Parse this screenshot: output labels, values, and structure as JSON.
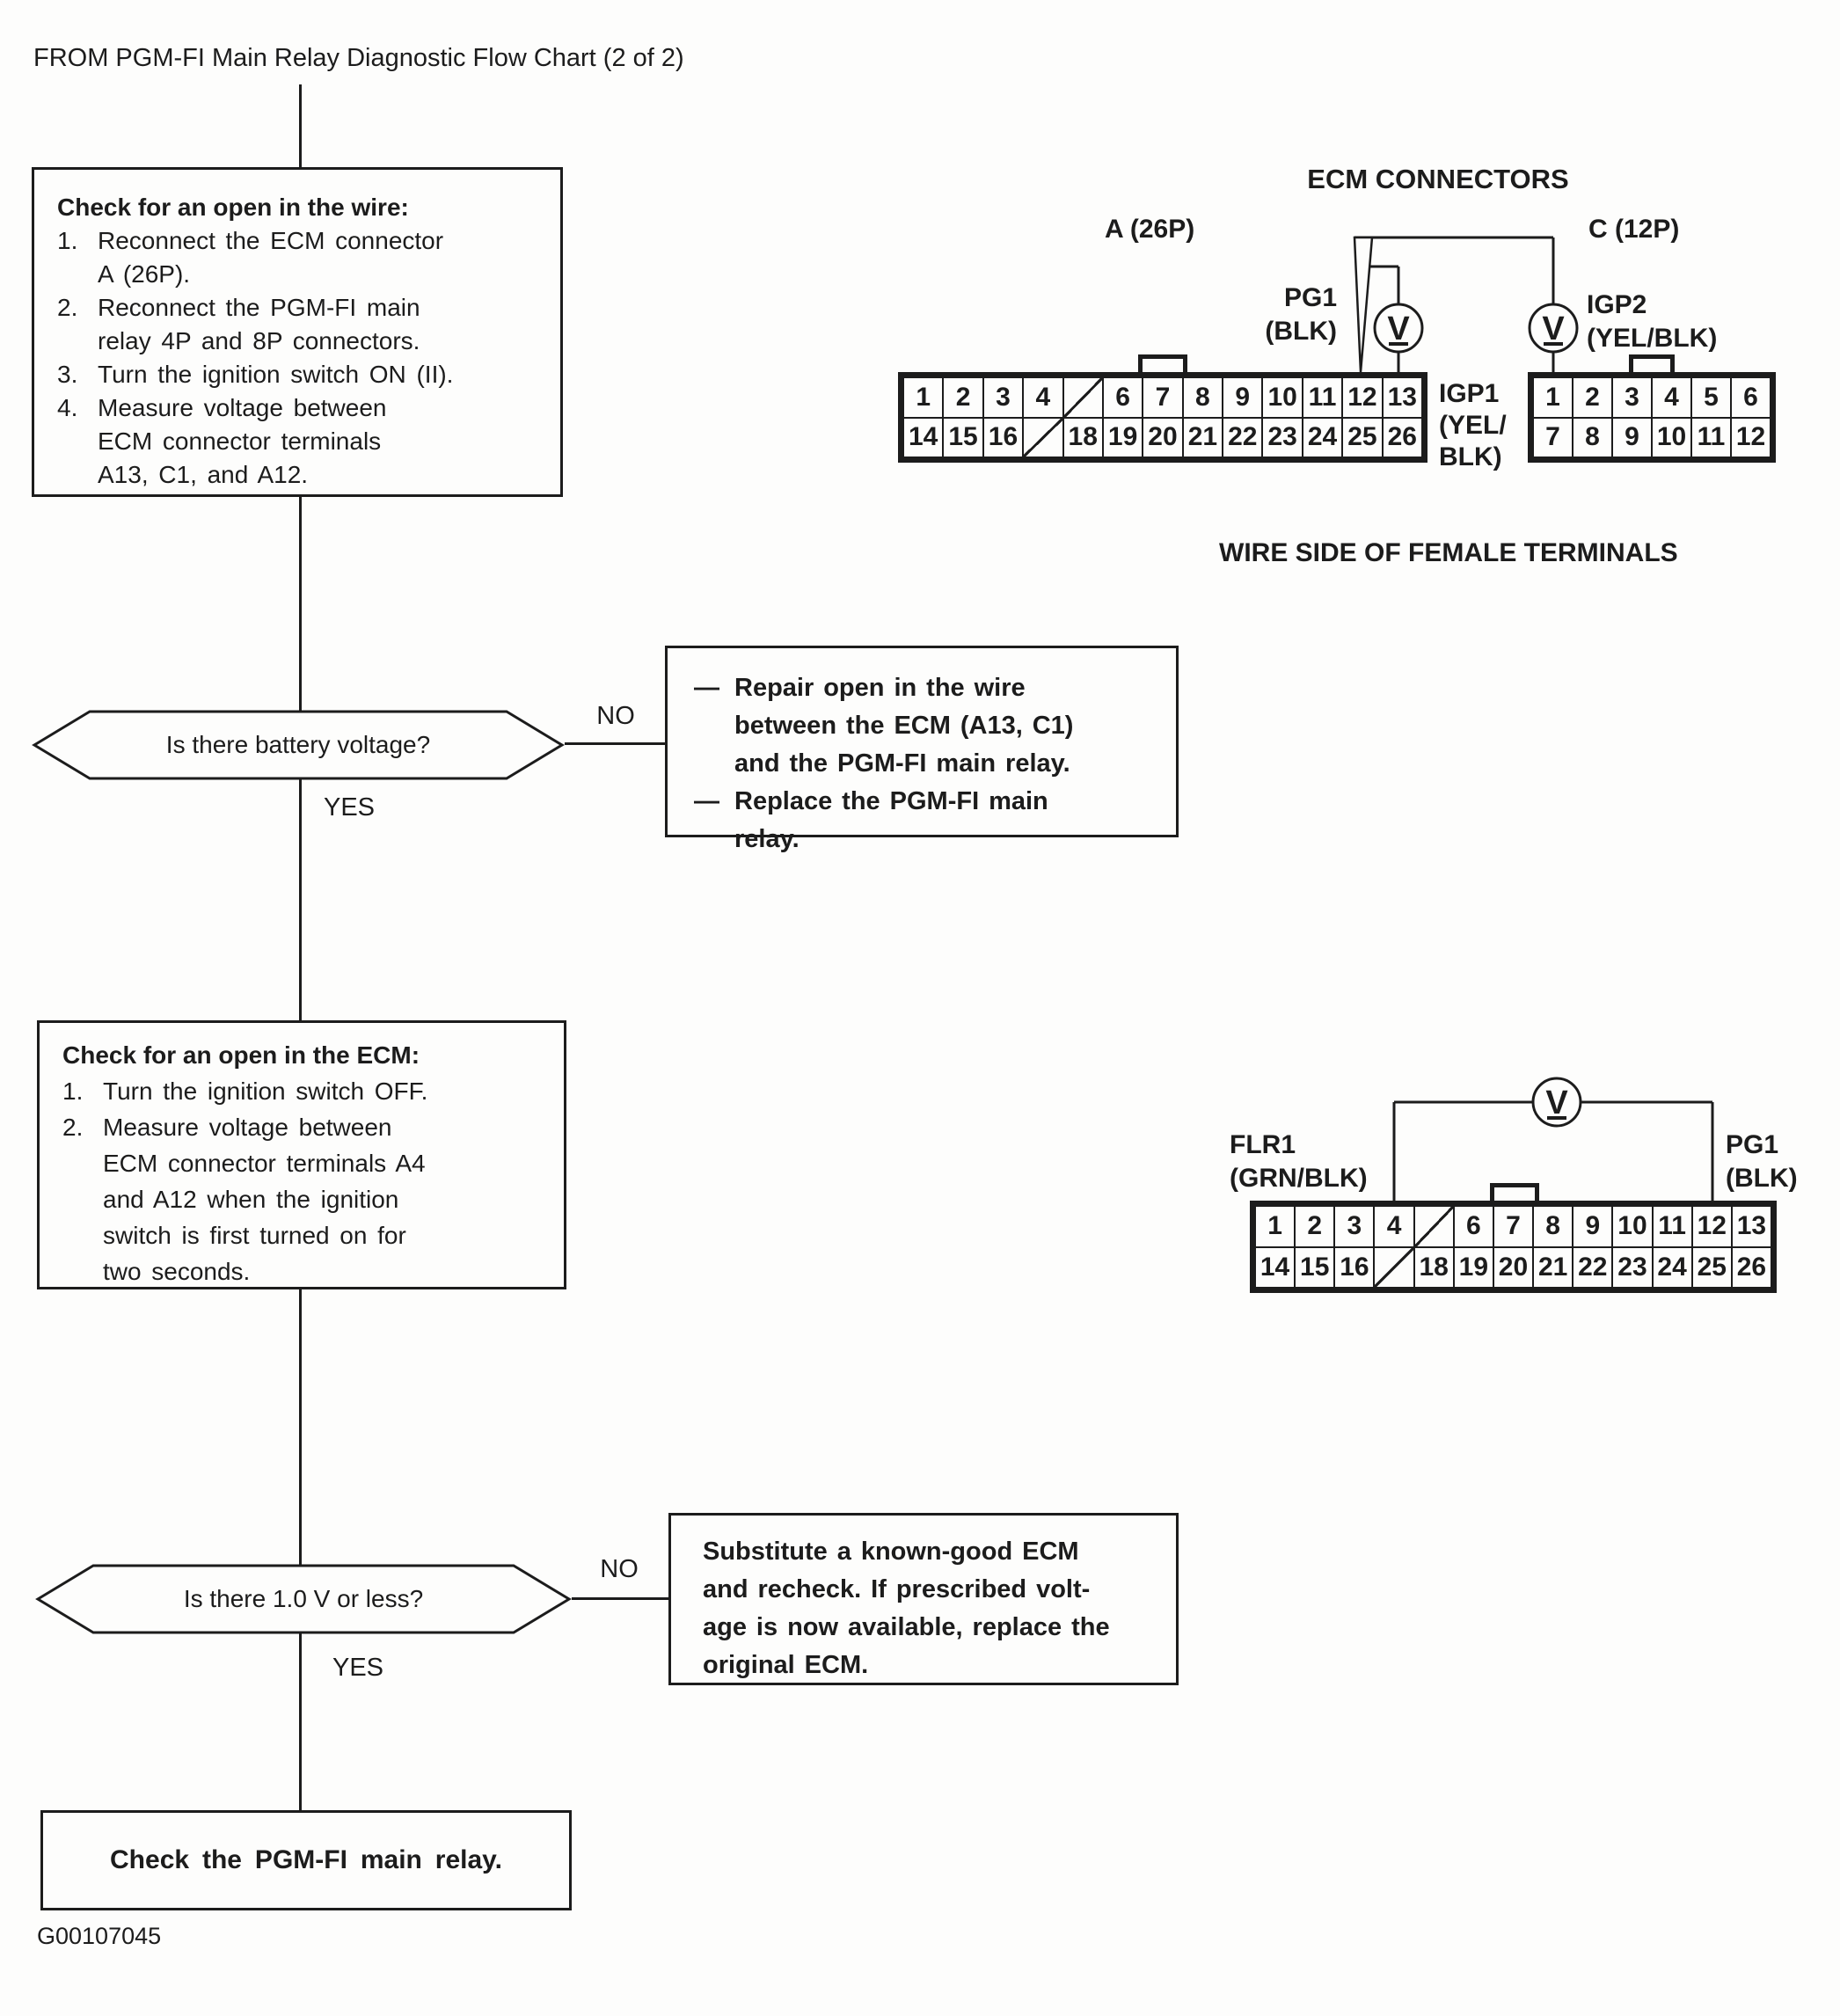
{
  "colors": {
    "ink": "#1c1c1c",
    "paper": "#fdfdfc"
  },
  "header": {
    "source_label": "FROM PGM-FI Main Relay Diagnostic Flow Chart (2 of 2)"
  },
  "footer": {
    "figure_code": "G00107045"
  },
  "flowchart": {
    "box1": {
      "heading": "Check for an open in the wire:",
      "steps": [
        {
          "num": "1.",
          "lines": [
            "Reconnect the ECM connector",
            "A (26P)."
          ]
        },
        {
          "num": "2.",
          "lines": [
            "Reconnect the PGM-FI main",
            "relay 4P and 8P connectors."
          ]
        },
        {
          "num": "3.",
          "lines": [
            "Turn the ignition switch ON (II)."
          ]
        },
        {
          "num": "4.",
          "lines": [
            "Measure voltage between",
            "ECM connector terminals",
            "A13, C1, and A12."
          ]
        }
      ]
    },
    "decision1": {
      "question": "Is there battery voltage?",
      "no_label": "NO",
      "yes_label": "YES"
    },
    "result_box1": {
      "items": [
        {
          "dash": "—",
          "lines": [
            "Repair open in the wire",
            "between the ECM (A13, C1)",
            "and the PGM-FI main relay."
          ]
        },
        {
          "dash": "—",
          "lines": [
            "Replace the PGM-FI main",
            "relay."
          ]
        }
      ]
    },
    "box2": {
      "heading": "Check for an open in the ECM:",
      "steps": [
        {
          "num": "1.",
          "lines": [
            "Turn the ignition switch OFF."
          ]
        },
        {
          "num": "2.",
          "lines": [
            "Measure voltage between",
            "ECM connector terminals A4",
            "and A12 when the ignition",
            "switch is first turned on for",
            "two seconds."
          ]
        }
      ]
    },
    "decision2": {
      "question": "Is there 1.0 V or less?",
      "no_label": "NO",
      "yes_label": "YES"
    },
    "result_box2": {
      "lines": [
        "Substitute a known-good ECM",
        "and recheck. If prescribed volt-",
        "age is now available, replace the",
        "original ECM."
      ]
    },
    "final_box": {
      "text": "Check the PGM-FI main relay."
    }
  },
  "ecm_diagram": {
    "title": "ECM CONNECTORS",
    "connector_a": {
      "label": "A (26P)",
      "row1": [
        "1",
        "2",
        "3",
        "4",
        "/",
        "6",
        "7",
        "8",
        "9",
        "10",
        "11",
        "12",
        "13"
      ],
      "row2": [
        "14",
        "15",
        "16",
        "/",
        "18",
        "19",
        "20",
        "21",
        "22",
        "23",
        "24",
        "25",
        "26"
      ]
    },
    "connector_c": {
      "label": "C (12P)",
      "row1": [
        "1",
        "2",
        "3",
        "4",
        "5",
        "6"
      ],
      "row2": [
        "7",
        "8",
        "9",
        "10",
        "11",
        "12"
      ]
    },
    "meter_symbol": "V",
    "labels": {
      "pg1": [
        "PG1",
        "(BLK)"
      ],
      "igp1": [
        "IGP1",
        "(YEL/",
        "BLK)"
      ],
      "igp2": [
        "IGP2",
        "(YEL/BLK)"
      ]
    },
    "caption": "WIRE SIDE OF FEMALE TERMINALS"
  },
  "probe_diagram": {
    "connector": {
      "row1": [
        "1",
        "2",
        "3",
        "4",
        "/",
        "6",
        "7",
        "8",
        "9",
        "10",
        "11",
        "12",
        "13"
      ],
      "row2": [
        "14",
        "15",
        "16",
        "/",
        "18",
        "19",
        "20",
        "21",
        "22",
        "23",
        "24",
        "25",
        "26"
      ]
    },
    "meter_symbol": "V",
    "labels": {
      "flr1": [
        "FLR1",
        "(GRN/BLK)"
      ],
      "pg1": [
        "PG1",
        "(BLK)"
      ]
    }
  }
}
